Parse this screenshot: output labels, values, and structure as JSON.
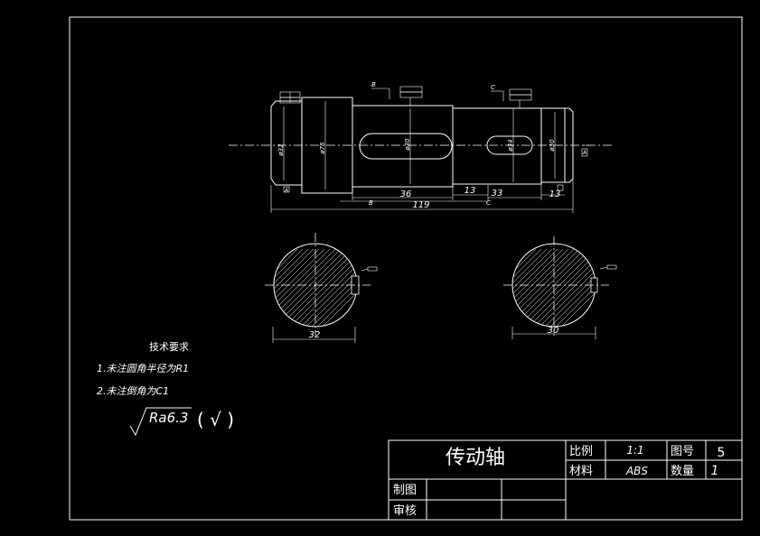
{
  "drawing": {
    "dims": {
      "d32_left": "ø32",
      "d75": "ø75",
      "d30_mid": "ø30",
      "d34": "ø34",
      "d30_right": "ø30",
      "len_36": "36",
      "len_13a": "13",
      "len_33": "33",
      "len_13b": "13",
      "len_119": "119",
      "sec1_width": "32",
      "sec2_width": "30"
    },
    "datums": {
      "b": "B",
      "b2": "B",
      "c": "C",
      "c2": "C",
      "a": "A",
      "a2": "A"
    }
  },
  "notes": {
    "title": "技术要求",
    "line1": "1.未注圆角半径为R1",
    "line2": "2.未注倒角为C1",
    "roughness": "Ra6.3",
    "roughness_suffix": "( √ )"
  },
  "title_block": {
    "name": "传动轴",
    "scale_label": "比例",
    "scale_value": "1:1",
    "drawing_no_label": "图号",
    "drawing_no_value": "5",
    "material_label": "材料",
    "material_value": "ABS",
    "qty_label": "数量",
    "qty_value": "1",
    "drawn_label": "制图",
    "checked_label": "审核"
  }
}
